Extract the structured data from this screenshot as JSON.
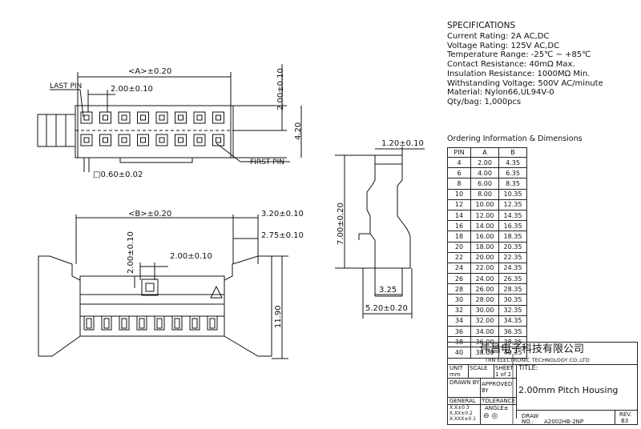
{
  "specifications": {
    "title": "SPECIFICATIONS",
    "lines": [
      "Current Rating: 2A AC,DC",
      "Voltage Rating: 125V AC,DC",
      "Temperature Range: -25℃ ~ +85℃",
      "Contact Resistance: 40mΩ Max.",
      "Insulation Resistance: 1000MΩ Min.",
      "Withstanding Voltage: 500V AC/minute",
      "Material: Nylon66,UL94V-0",
      "Qty/bag: 1,000pcs"
    ]
  },
  "ordering": {
    "title": "Ordering Information & Dimensions",
    "headers": [
      "PIN",
      "A",
      "B"
    ],
    "rows": [
      [
        "4",
        "2.00",
        "4.35"
      ],
      [
        "6",
        "4.00",
        "6.35"
      ],
      [
        "8",
        "6.00",
        "8.35"
      ],
      [
        "10",
        "8.00",
        "10.35"
      ],
      [
        "12",
        "10.00",
        "12.35"
      ],
      [
        "14",
        "12.00",
        "14.35"
      ],
      [
        "16",
        "14.00",
        "16.35"
      ],
      [
        "18",
        "16.00",
        "18.35"
      ],
      [
        "20",
        "18.00",
        "20.35"
      ],
      [
        "22",
        "20.00",
        "22.35"
      ],
      [
        "24",
        "22.00",
        "24.35"
      ],
      [
        "26",
        "24.00",
        "26.35"
      ],
      [
        "28",
        "26.00",
        "28.35"
      ],
      [
        "30",
        "28.00",
        "30.35"
      ],
      [
        "32",
        "30.00",
        "32.35"
      ],
      [
        "34",
        "32.00",
        "34.35"
      ],
      [
        "36",
        "34.00",
        "36.35"
      ],
      [
        "38",
        "36.00",
        "38.35"
      ],
      [
        "40",
        "38.00",
        "40.35"
      ]
    ]
  },
  "dimensions": {
    "top_a": "<A>±0.20",
    "top_pitch": "2.00±0.10",
    "top_pitch_v": "2.00±0.10",
    "top_height": "4.20",
    "top_pin_square": "□0.60±0.02",
    "last_pin": "LAST PIN",
    "first_pin": "FIRST PIN",
    "side_top": "1.20±0.10",
    "side_height": "7.00±0.20",
    "side_inner": "3.25",
    "side_bottom": "5.20±0.20",
    "front_b": "<B>±0.20",
    "front_320": "3.20±0.10",
    "front_275": "2.75±0.10",
    "front_pitch_h": "2.00±0.10",
    "front_pitch_v": "2.00±0.10",
    "front_height": "11.90"
  },
  "title_block": {
    "company_cn": "伟昌电子科技有限公司",
    "company_en": "TRN ELECTRONIC TECHNOLOGY CO.,LTD",
    "unit_label": "UNIT",
    "unit_value": "mm",
    "scale_label": "SCALE",
    "sheet_label": "SHEET",
    "sheet_value": "1 of 2",
    "title_label": "TITLE:",
    "drawn_label": "DRAWN BY",
    "approved_label": "APPROVED BY",
    "title_value": "2.00mm Pitch Housing",
    "general_label": "GENERAL",
    "tolerance_label": "TOLERANCE",
    "tol1": "X.X±0.3",
    "tol2": "X.XX±0.2",
    "tol3": "X.XXX±0.1",
    "angle_label": "ANGLE±",
    "draw_label": "DRAW",
    "no_label": "NO.:",
    "draw_no": "A2002HB-2NP",
    "rev_label": "REV.",
    "rev_value": "B3"
  }
}
